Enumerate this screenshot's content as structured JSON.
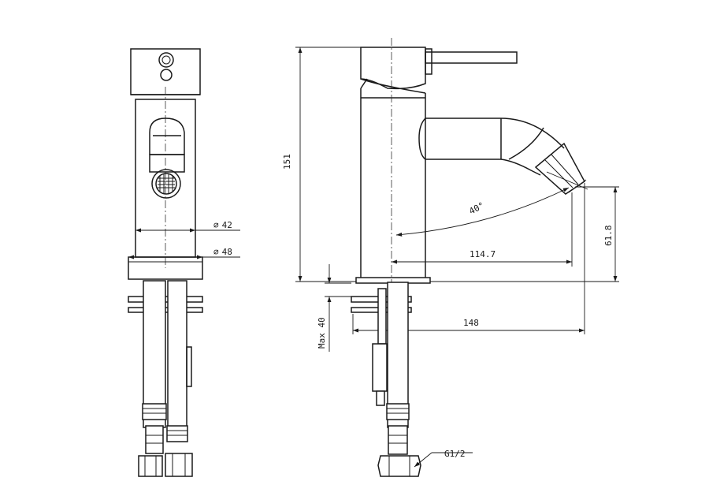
{
  "dimensions": {
    "dia_42": "42",
    "dia_48": "48",
    "height": "151",
    "angle": "40°",
    "reach_spout": "114.7",
    "spout_height": "61.8",
    "reach_total": "148",
    "max_deck": "Max 40",
    "thread": "G1/2"
  },
  "colors": {
    "line": "#1a1a1a",
    "background": "#ffffff"
  }
}
